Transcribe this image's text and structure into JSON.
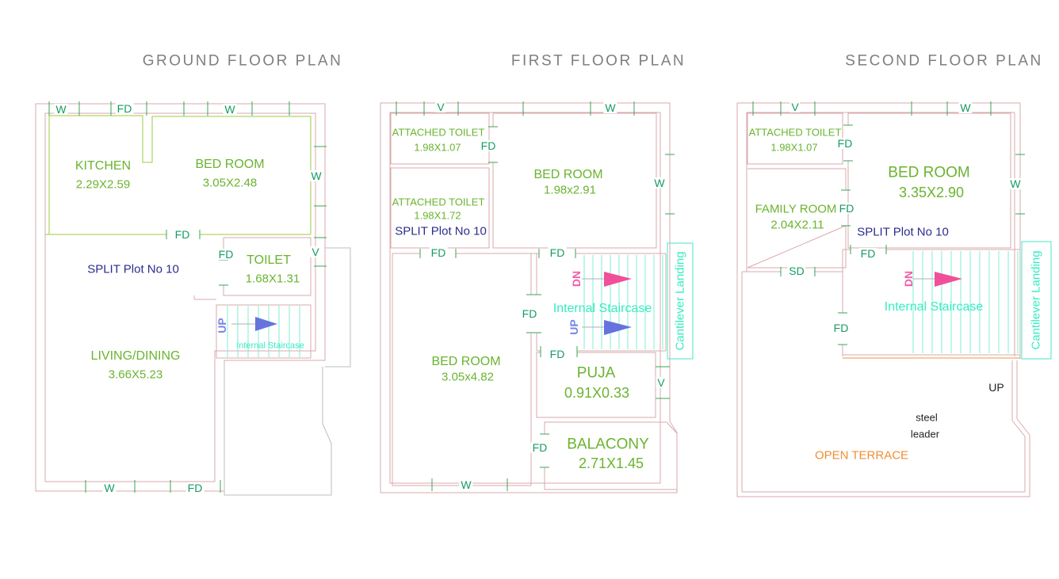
{
  "ground": {
    "title": "GROUND FLOOR PLAN",
    "rooms": {
      "kitchen": {
        "name": "KITCHEN",
        "dims": "2.29X2.59"
      },
      "bedroom": {
        "name": "BED ROOM",
        "dims": "3.05X2.48"
      },
      "toilet": {
        "name": "TOILET",
        "dims": "1.68X1.31"
      },
      "living": {
        "name": "LIVING/DINING",
        "dims": "3.66X5.23"
      }
    },
    "plot_label": "SPLIT Plot No 10",
    "stair": {
      "up": "UP",
      "label": "Internal Staircase"
    },
    "tags": {
      "w": "W",
      "fd": "FD",
      "v": "V"
    }
  },
  "first": {
    "title": "FIRST FLOOR PLAN",
    "rooms": {
      "attached_toilet_1": {
        "name": "ATTACHED TOILET",
        "dims": "1.98X1.07"
      },
      "attached_toilet_2": {
        "name": "ATTACHED TOILET",
        "dims": "1.98X1.72"
      },
      "bedroom_top": {
        "name": "BED ROOM",
        "dims": "1.98x2.91"
      },
      "bedroom_left": {
        "name": "BED ROOM",
        "dims": "3.05x4.82"
      },
      "puja": {
        "name": "PUJA",
        "dims": "0.91X0.33"
      },
      "balcony": {
        "name": "BALACONY",
        "dims": "2.71X1.45"
      }
    },
    "plot_label": "SPLIT Plot No 10",
    "stair": {
      "dn": "DN",
      "up": "UP",
      "label": "Internal Staircase"
    },
    "cantilever_label": "Cantilever Landing",
    "tags": {
      "w": "W",
      "fd": "FD",
      "v": "V"
    }
  },
  "second": {
    "title": "SECOND FLOOR PLAN",
    "rooms": {
      "attached_toilet": {
        "name": "ATTACHED TOILET",
        "dims": "1.98X1.07"
      },
      "family": {
        "name": "FAMILY ROOM",
        "dims": "2.04X2.11"
      },
      "bedroom": {
        "name": "BED ROOM",
        "dims": "3.35X2.90"
      }
    },
    "plot_label": "SPLIT Plot No 10",
    "stair": {
      "dn": "DN",
      "label": "Internal Staircase"
    },
    "cantilever_label": "Cantilever Landing",
    "terrace": {
      "up": "UP",
      "steel": "steel",
      "leader": "leader",
      "label": "OPEN TERRACE"
    },
    "tags": {
      "w": "W",
      "fd": "FD",
      "v": "V",
      "sd": "SD"
    }
  },
  "colors": {
    "wall": "#d9a9ad",
    "ground_room_line": "#9ccb3f",
    "tag_line": "#3aa655",
    "room_text": "#6ab42f",
    "tag_text": "#159c63",
    "plot_text": "#2b2e8c",
    "stair_text": "#35ecc3",
    "stair_tread": "#7fefd6",
    "cantilever_line": "#43e8c4",
    "dn_text": "#f25ea8",
    "up_text": "#7783e8",
    "terrace_text": "#ef8e35",
    "annex_line": "#bdbdbd",
    "title_text": "#7f7f7f"
  }
}
